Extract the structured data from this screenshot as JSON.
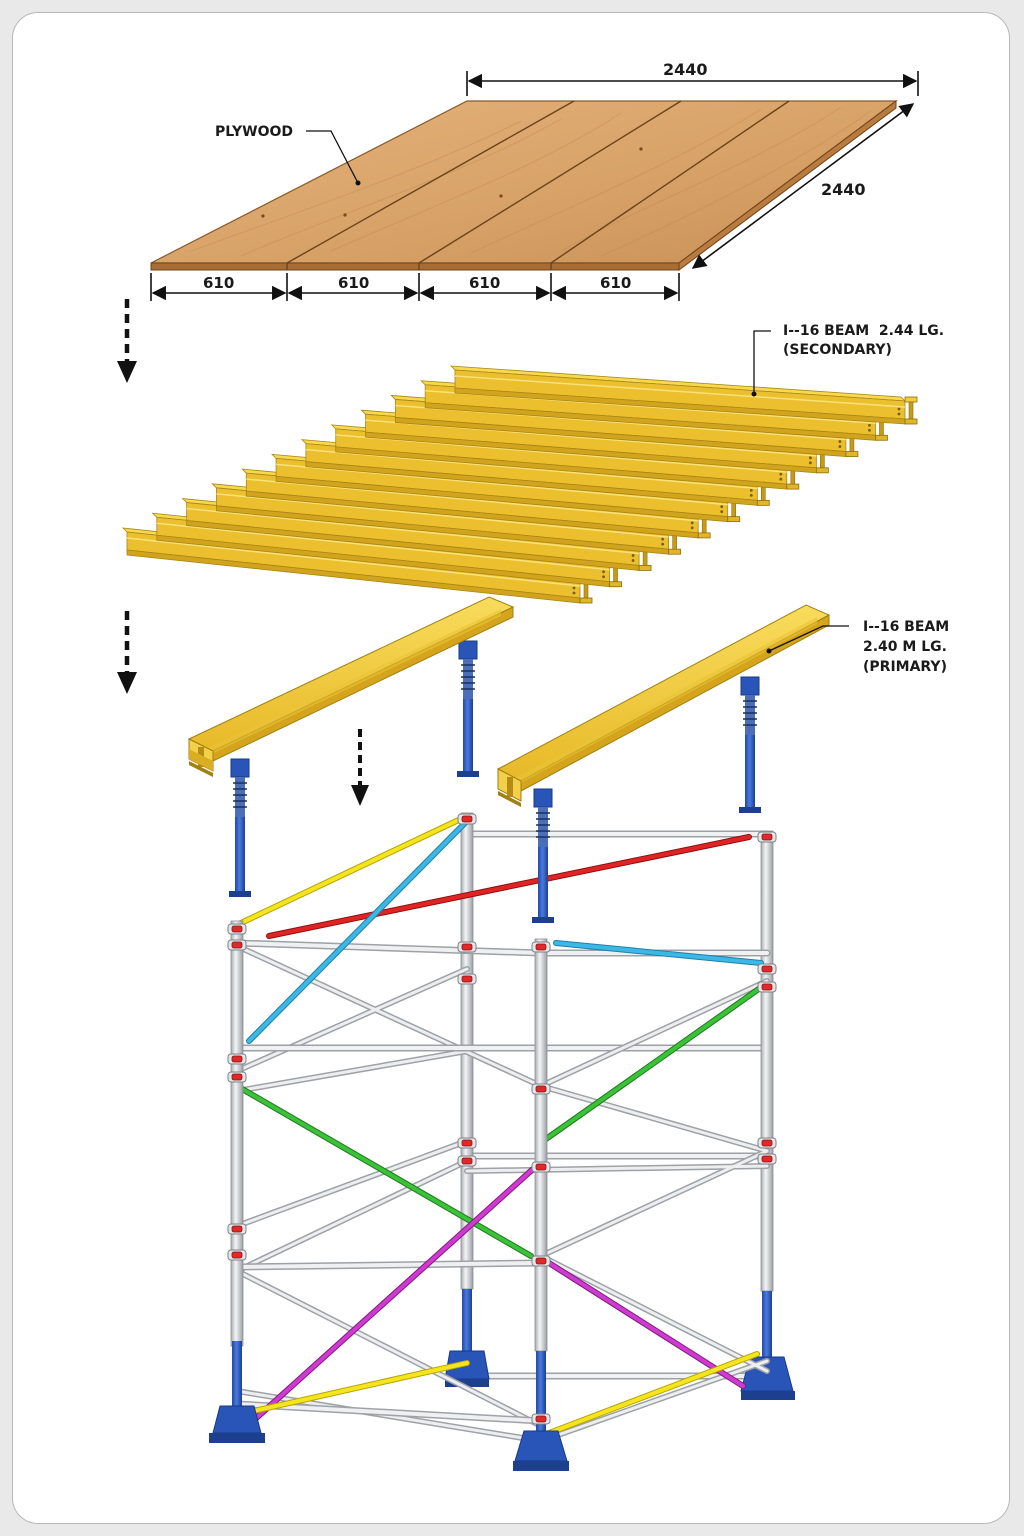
{
  "labels": {
    "plywood": "PLYWOOD",
    "width_top": "2440",
    "depth_side": "2440",
    "seg1": "610",
    "seg2": "610",
    "seg3": "610",
    "seg4": "610",
    "secondary_line1": "I--16 BEAM  2.44 LG.",
    "secondary_line2": "(SECONDARY)",
    "primary_line1": "I--16 BEAM",
    "primary_line2": "2.40 M LG.",
    "primary_line3": "(PRIMARY)"
  },
  "colors": {
    "plywood": "#d9a46a",
    "beam": "#f1c93a",
    "steel": "#e4e6e8",
    "jack_blue": "#2f5fc4",
    "clamp_red": "#e02a2a",
    "brace_yellow": "#f5e51f",
    "brace_cyan": "#3cb8e6",
    "brace_red": "#e02424",
    "brace_green": "#3ac238",
    "brace_magenta": "#d03ad0"
  }
}
